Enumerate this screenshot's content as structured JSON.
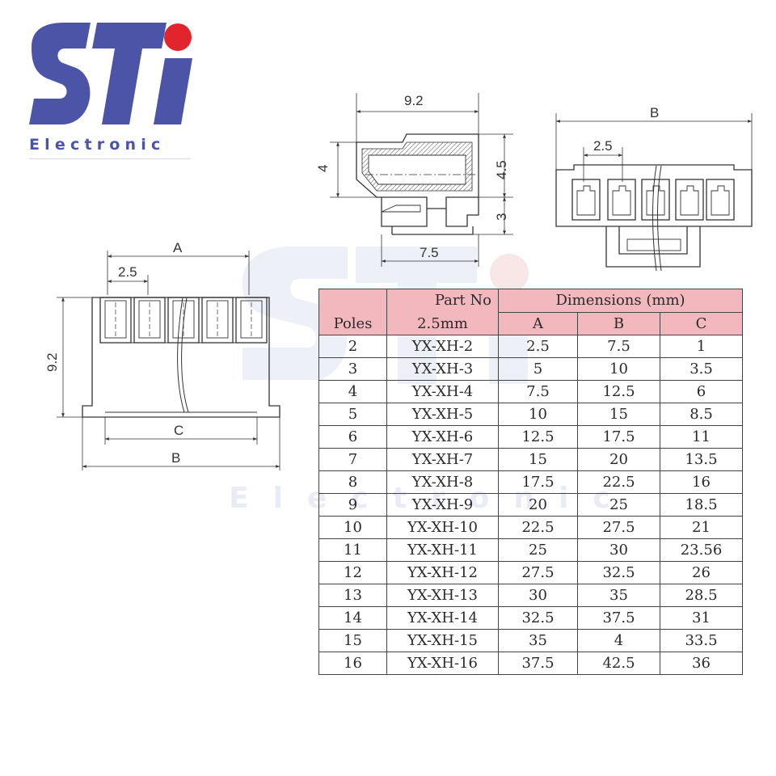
{
  "logo": {
    "letters": "STi",
    "subtitle": "Electronic",
    "primary_color": "#4b54a6",
    "dot_color": "#e2252c"
  },
  "watermark": {
    "letters": "STi",
    "subtitle": "Electronic"
  },
  "drawings": {
    "side_view": {
      "width_label": "9.2",
      "left_height_label": "4",
      "right_upper_label": "4.5",
      "right_lower_label": "3",
      "bottom_label": "7.5"
    },
    "end_view": {
      "width_label": "B",
      "pitch_label": "2.5"
    },
    "front_view": {
      "width_a_label": "A",
      "pitch_label": "2.5",
      "height_label": "9.2",
      "inner_c_label": "C",
      "outer_b_label": "B"
    }
  },
  "table": {
    "header": {
      "poles": "Poles",
      "part_no": "Part No",
      "part_pitch": "2.5mm",
      "dimensions": "Dimensions (mm)",
      "col_a": "A",
      "col_b": "B",
      "col_c": "C"
    },
    "rows": [
      {
        "poles": "2",
        "part": "YX-XH-2",
        "a": "2.5",
        "b": "7.5",
        "c": "1"
      },
      {
        "poles": "3",
        "part": "YX-XH-3",
        "a": "5",
        "b": "10",
        "c": "3.5"
      },
      {
        "poles": "4",
        "part": "YX-XH-4",
        "a": "7.5",
        "b": "12.5",
        "c": "6"
      },
      {
        "poles": "5",
        "part": "YX-XH-5",
        "a": "10",
        "b": "15",
        "c": "8.5"
      },
      {
        "poles": "6",
        "part": "YX-XH-6",
        "a": "12.5",
        "b": "17.5",
        "c": "11"
      },
      {
        "poles": "7",
        "part": "YX-XH-7",
        "a": "15",
        "b": "20",
        "c": "13.5"
      },
      {
        "poles": "8",
        "part": "YX-XH-8",
        "a": "17.5",
        "b": "22.5",
        "c": "16"
      },
      {
        "poles": "9",
        "part": "YX-XH-9",
        "a": "20",
        "b": "25",
        "c": "18.5"
      },
      {
        "poles": "10",
        "part": "YX-XH-10",
        "a": "22.5",
        "b": "27.5",
        "c": "21"
      },
      {
        "poles": "11",
        "part": "YX-XH-11",
        "a": "25",
        "b": "30",
        "c": "23.56"
      },
      {
        "poles": "12",
        "part": "YX-XH-12",
        "a": "27.5",
        "b": "32.5",
        "c": "26"
      },
      {
        "poles": "13",
        "part": "YX-XH-13",
        "a": "30",
        "b": "35",
        "c": "28.5"
      },
      {
        "poles": "14",
        "part": "YX-XH-14",
        "a": "32.5",
        "b": "37.5",
        "c": "31"
      },
      {
        "poles": "15",
        "part": "YX-XH-15",
        "a": "35",
        "b": "4",
        "c": "33.5"
      },
      {
        "poles": "16",
        "part": "YX-XH-16",
        "a": "37.5",
        "b": "42.5",
        "c": "36"
      }
    ],
    "header_color": "#f3b8bd"
  }
}
